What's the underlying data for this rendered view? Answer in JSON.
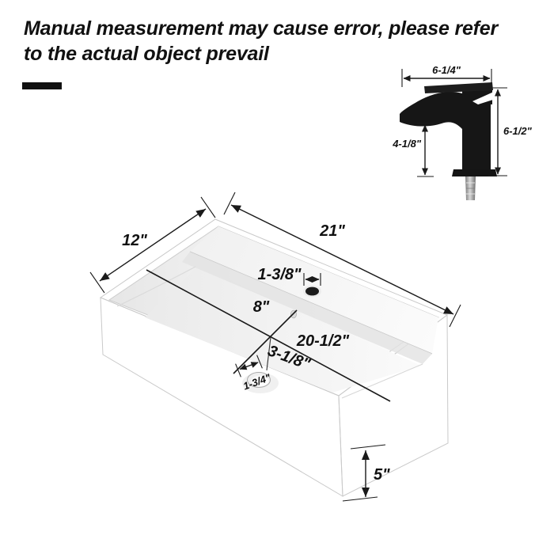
{
  "disclaimer": {
    "line1": "Manual measurement may cause error, please refer",
    "line2": "to the actual object prevail"
  },
  "faucet_diagram": {
    "width_label": "6-1/4\"",
    "total_height_label": "6-1/2\"",
    "spout_height_label": "4-1/8\""
  },
  "sink_diagram": {
    "outer_length_label": "21\"",
    "outer_depth_label": "12\"",
    "faucet_hole_label": "1-3/8\"",
    "basin_width_label": "8\"",
    "basin_length_label": "20-1/2\"",
    "basin_depth_label": "3-1/8\"",
    "drain_hole_label": "1-3/4\"",
    "side_height_label": "5\""
  },
  "colors": {
    "dimension_line": "#1a1a1a",
    "text": "#111111",
    "faucet_black": "#161616",
    "sink_edge": "#c9c9c9",
    "background": "#ffffff"
  }
}
